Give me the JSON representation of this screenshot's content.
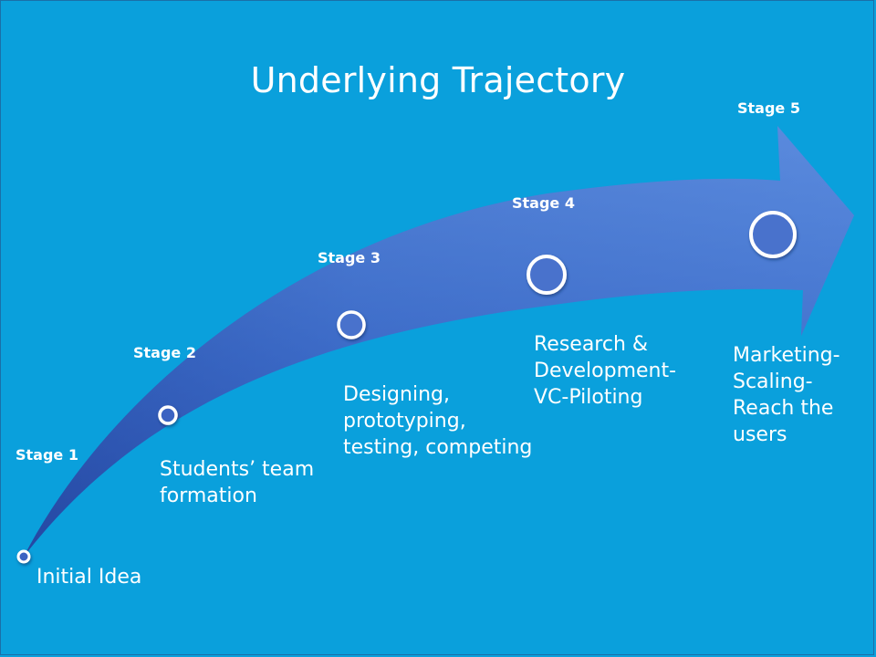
{
  "title": "Underlying Trajectory",
  "colors": {
    "background": "#0aa0dc",
    "arrow_light": "#5f8fe0",
    "arrow_dark": "#2748a8",
    "text": "#ffffff"
  },
  "stages": [
    {
      "label": "Stage 1",
      "description": [
        "Initial Idea"
      ]
    },
    {
      "label": "Stage 2",
      "description": [
        "Students’ team",
        "formation"
      ]
    },
    {
      "label": "Stage 3",
      "description": [
        "Designing,",
        "prototyping,",
        "testing, competing"
      ]
    },
    {
      "label": "Stage 4",
      "description": [
        "Research &",
        "Development-",
        "VC-Piloting"
      ]
    },
    {
      "label": "Stage 5",
      "description": [
        "Marketing-",
        "Scaling-",
        "Reach the",
        "users"
      ]
    }
  ]
}
